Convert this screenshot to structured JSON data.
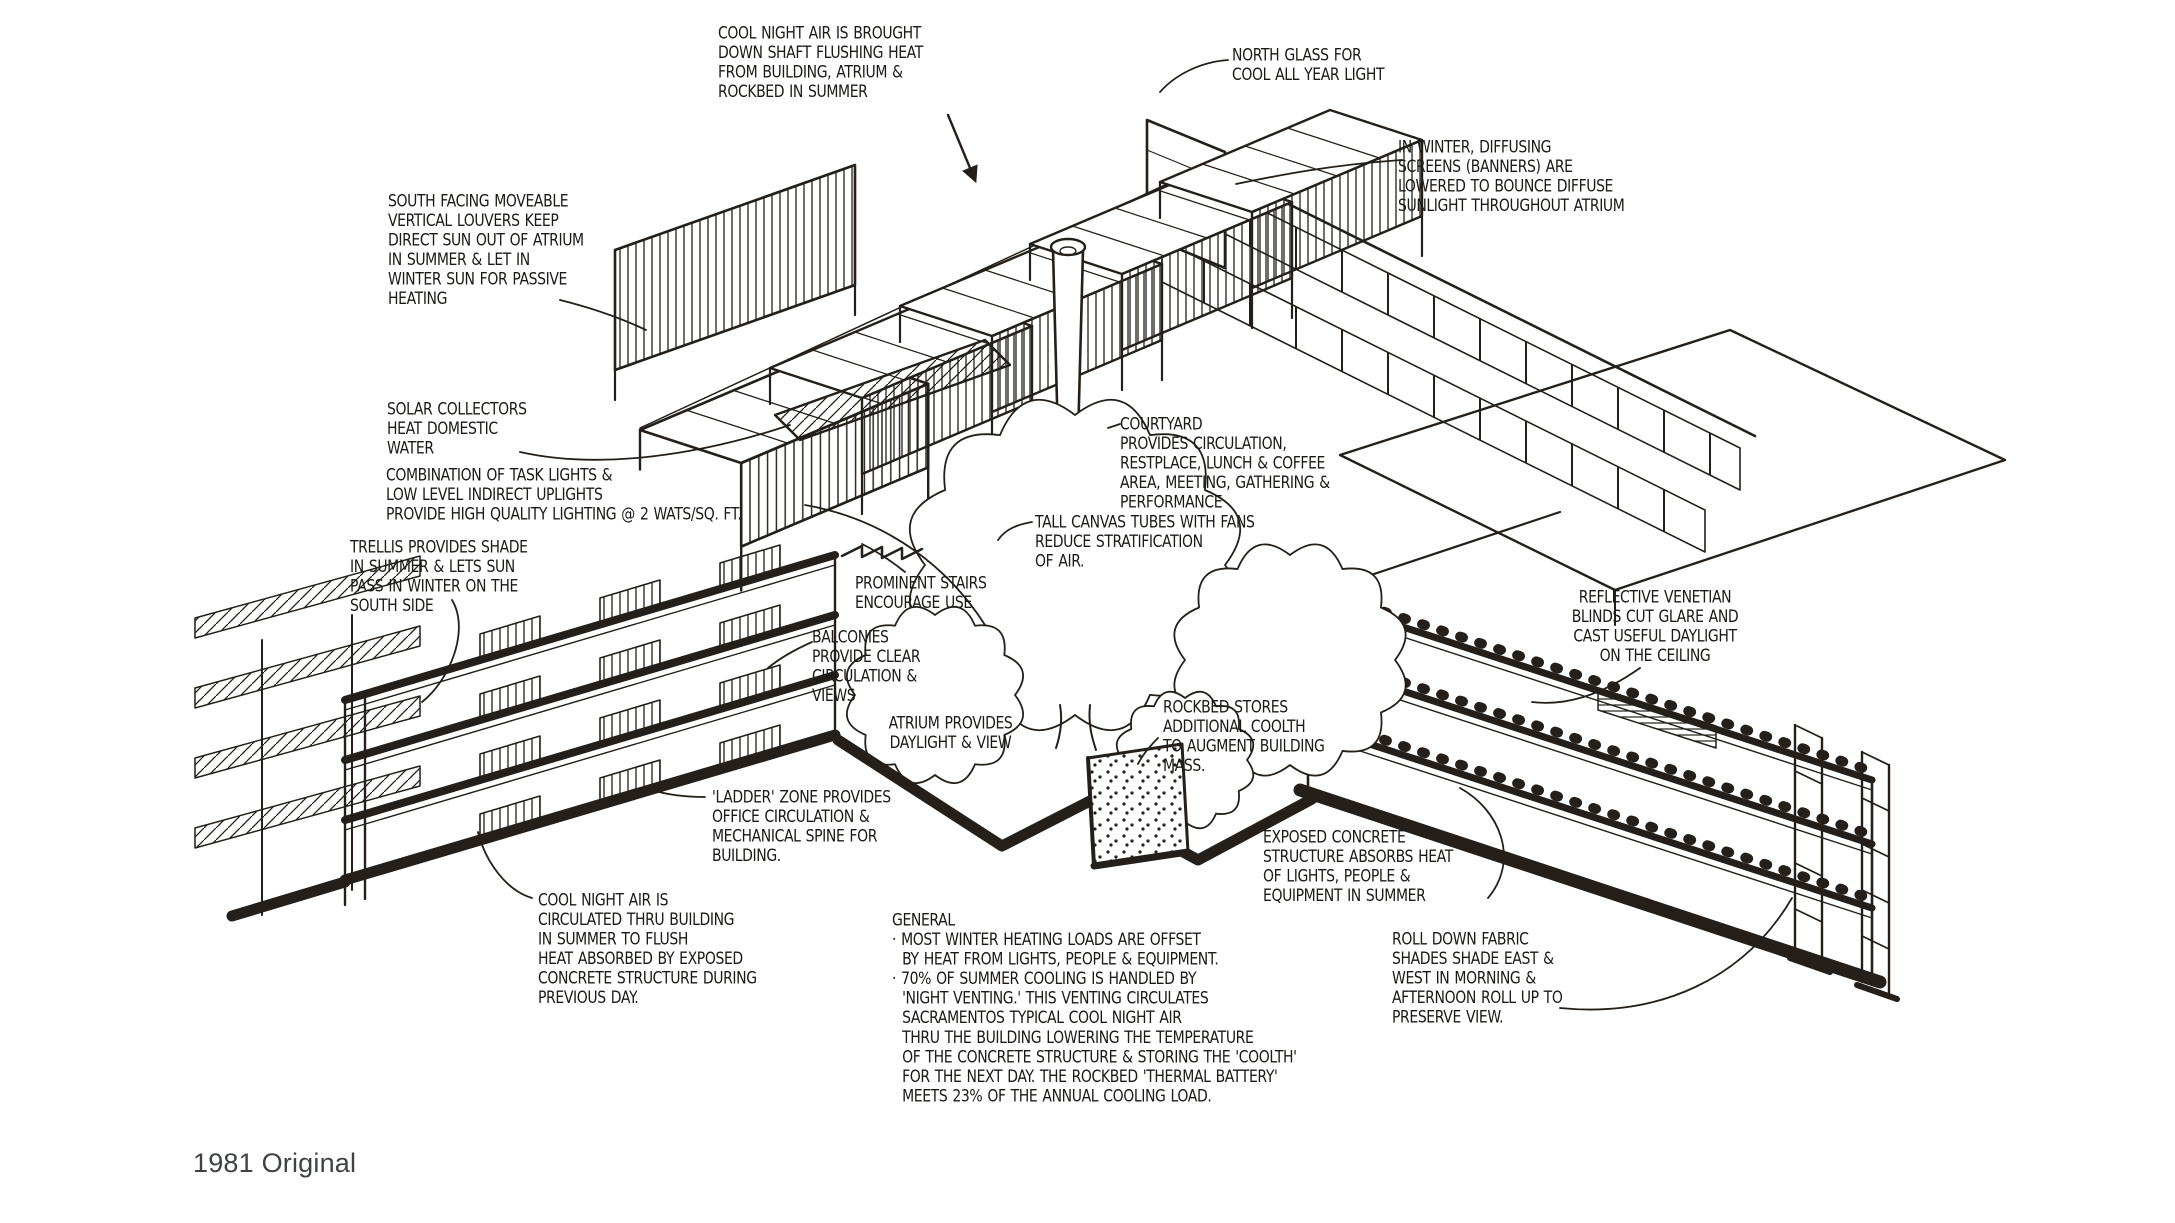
{
  "caption": {
    "label": "1981 Original"
  },
  "colors": {
    "ink": "#241f1a",
    "paper": "#ffffff",
    "caption_text": "#3f4245"
  },
  "annotations": {
    "cool_night_shaft": {
      "text": "COOL NIGHT AIR IS BROUGHT\nDOWN SHAFT FLUSHING HEAT\nFROM BUILDING, ATRIUM &\nROCKBED IN SUMMER"
    },
    "north_glass": {
      "text": "NORTH GLASS FOR\nCOOL ALL YEAR LIGHT"
    },
    "winter_diffusing": {
      "text": "IN WINTER, DIFFUSING\nSCREENS (BANNERS) ARE\nLOWERED TO BOUNCE DIFFUSE\nSUNLIGHT THROUGHOUT ATRIUM"
    },
    "south_louvers": {
      "text": "SOUTH FACING MOVEABLE\nVERTICAL LOUVERS KEEP\nDIRECT SUN OUT OF ATRIUM\nIN SUMMER & LET IN\nWINTER SUN FOR PASSIVE\nHEATING"
    },
    "solar_collectors": {
      "text": "SOLAR COLLECTORS\nHEAT DOMESTIC\nWATER"
    },
    "task_lights": {
      "text": "COMBINATION OF TASK LIGHTS &\nLOW LEVEL INDIRECT UPLIGHTS\nPROVIDE HIGH QUALITY LIGHTING @ 2 WATS/SQ. FT."
    },
    "trellis": {
      "text": "TRELLIS PROVIDES SHADE\nIN SUMMER & LETS SUN\nPASS IN WINTER ON THE\nSOUTH SIDE"
    },
    "courtyard": {
      "text": "COURTYARD\nPROVIDES CIRCULATION,\nRESTPLACE, LUNCH & COFFEE\nAREA, MEETING, GATHERING &\nPERFORMANCE"
    },
    "canvas_tubes": {
      "text": "TALL CANVAS TUBES WITH FANS\nREDUCE STRATIFICATION\nOF AIR."
    },
    "prominent_stairs": {
      "text": "PROMINENT STAIRS\nENCOURAGE USE"
    },
    "balconies": {
      "text": "BALCONIES\nPROVIDE CLEAR\nCIRCULATION &\nVIEWS"
    },
    "atrium_daylight": {
      "text": "ATRIUM PROVIDES\nDAYLIGHT & VIEW"
    },
    "ladder_zone": {
      "text": "'LADDER' ZONE PROVIDES\nOFFICE CIRCULATION &\nMECHANICAL SPINE FOR\nBUILDING."
    },
    "cool_night_circulated": {
      "text": "COOL NIGHT AIR IS\nCIRCULATED THRU BUILDING\nIN SUMMER TO FLUSH\nHEAT ABSORBED BY EXPOSED\nCONCRETE STRUCTURE DURING\nPREVIOUS DAY."
    },
    "general": {
      "text": "GENERAL\n· MOST WINTER HEATING LOADS ARE OFFSET\n  BY HEAT FROM LIGHTS, PEOPLE & EQUIPMENT.\n· 70% OF SUMMER COOLING IS HANDLED BY\n  'NIGHT VENTING.' THIS VENTING CIRCULATES\n  SACRAMENTOS TYPICAL COOL NIGHT AIR\n  THRU THE BUILDING LOWERING THE TEMPERATURE\n  OF THE CONCRETE STRUCTURE & STORING THE 'COOLTH'\n  FOR THE NEXT DAY. THE ROCKBED 'THERMAL BATTERY'\n  MEETS 23% OF THE ANNUAL COOLING LOAD."
    },
    "venetian_blinds": {
      "text": "REFLECTIVE VENETIAN\nBLINDS CUT GLARE AND\nCAST USEFUL DAYLIGHT\nON THE CEILING"
    },
    "rockbed": {
      "text": "ROCKBED STORES\nADDITIONAL COOLTH\nTO AUGMENT BUILDING\nMASS."
    },
    "exposed_concrete": {
      "text": "EXPOSED CONCRETE\nSTRUCTURE ABSORBS HEAT\nOF LIGHTS, PEOPLE &\nEQUIPMENT IN SUMMER"
    },
    "roll_down_shades": {
      "text": "ROLL DOWN FABRIC\nSHADES SHADE EAST &\nWEST IN MORNING &\nAFTERNOON ROLL UP TO\nPRESERVE VIEW."
    }
  }
}
